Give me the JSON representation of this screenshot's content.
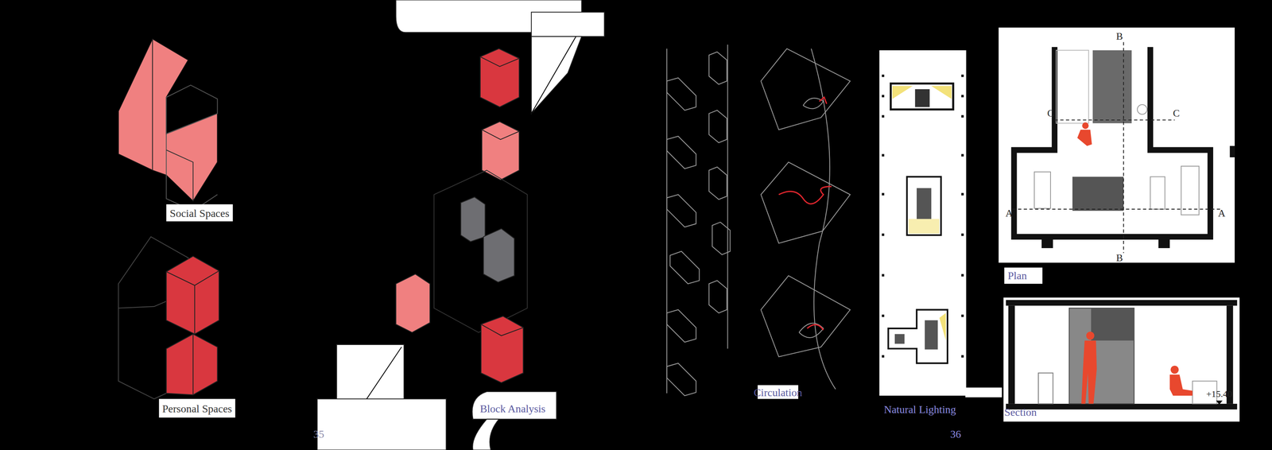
{
  "diagram": {
    "labels": [
      "Social Spaces",
      "Personal Spaces",
      "Block Analysis",
      "35",
      "Circulation",
      "Natural Lighting",
      "36",
      "Plan",
      "Section",
      "A",
      "A",
      "B",
      "B",
      "C",
      "C",
      "+15.40"
    ]
  }
}
